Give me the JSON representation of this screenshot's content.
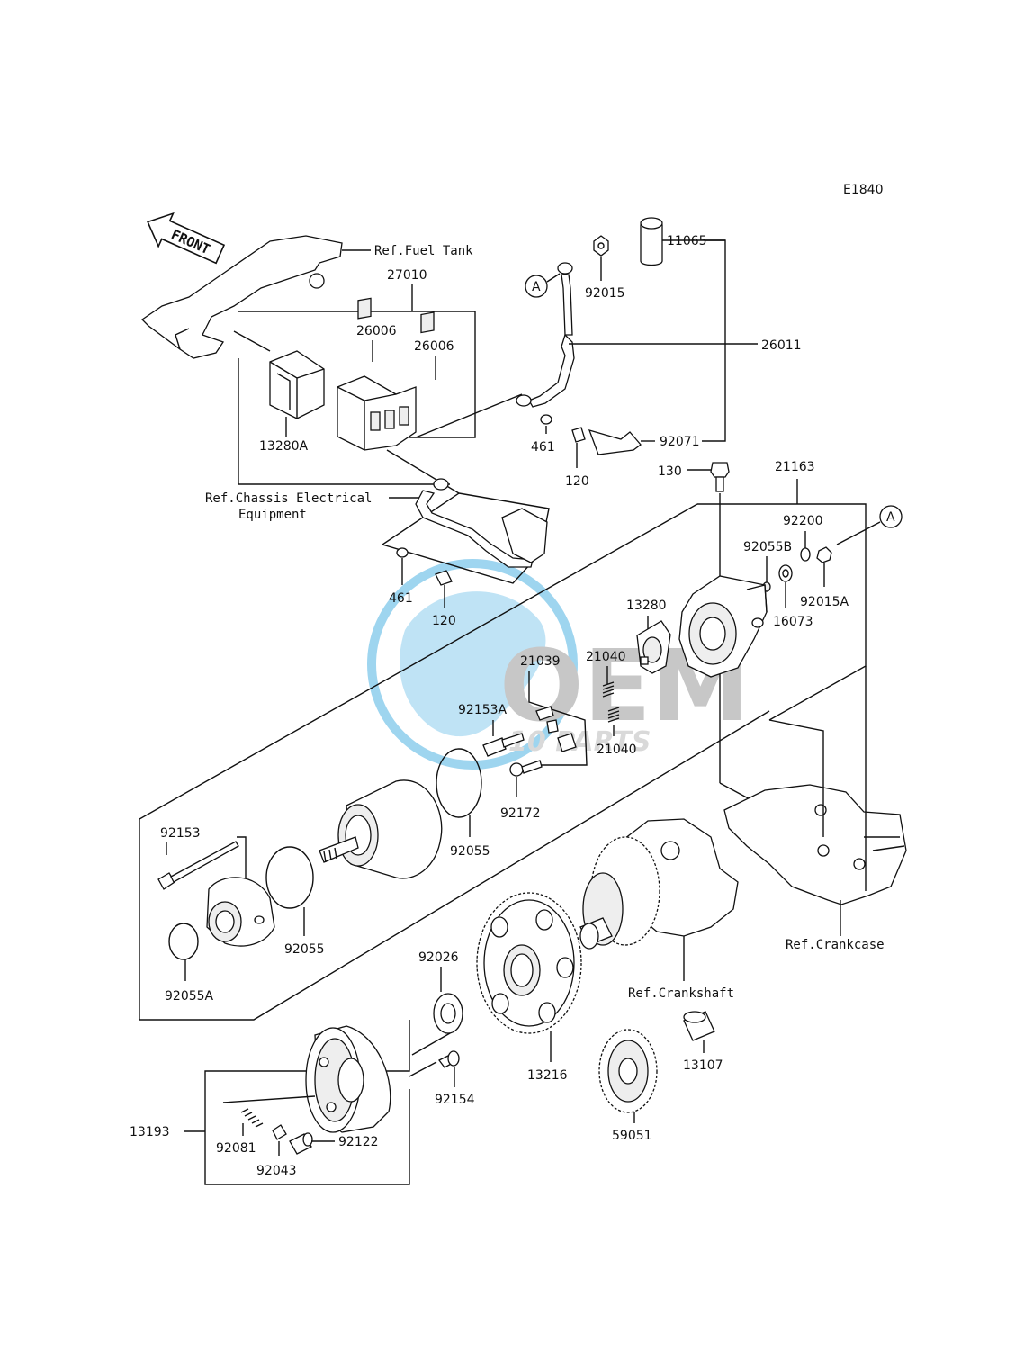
{
  "diagram": {
    "code": "E1840",
    "front_label": "FRONT",
    "refs": {
      "fuel_tank": "Ref.Fuel Tank",
      "chassis_line1": "Ref.Chassis Electrical",
      "chassis_line2": "Equipment",
      "crankcase": "Ref.Crankcase",
      "crankshaft": "Ref.Crankshaft"
    },
    "callout_a": "A",
    "parts": {
      "p11065": "11065",
      "p27010": "27010",
      "p26006a": "26006",
      "p26006b": "26006",
      "p13280A": "13280A",
      "p92015": "92015",
      "p26011": "26011",
      "p461a": "461",
      "p120a": "120",
      "p92071": "92071",
      "p130": "130",
      "p21163": "21163",
      "p92200": "92200",
      "p92055B": "92055B",
      "p92015A": "92015A",
      "p16073": "16073",
      "p461b": "461",
      "p120b": "120",
      "p13280": "13280",
      "p21040a": "21040",
      "p21039": "21039",
      "p92153A": "92153A",
      "p21040b": "21040",
      "p92172": "92172",
      "p92055a": "92055",
      "p92153": "92153",
      "p92055b": "92055",
      "p92055A": "92055A",
      "p92026": "92026",
      "p13216": "13216",
      "p13107": "13107",
      "p92154": "92154",
      "p13193": "13193",
      "p92081": "92081",
      "p92043": "92043",
      "p92122": "92122",
      "p59051": "59051"
    },
    "watermark": {
      "brand": "OEM",
      "tagline": "10 PARTS"
    }
  },
  "colors": {
    "line": "#111111",
    "watermark_blue": "#4fb3e3",
    "watermark_gray": "#9a9a9a"
  }
}
